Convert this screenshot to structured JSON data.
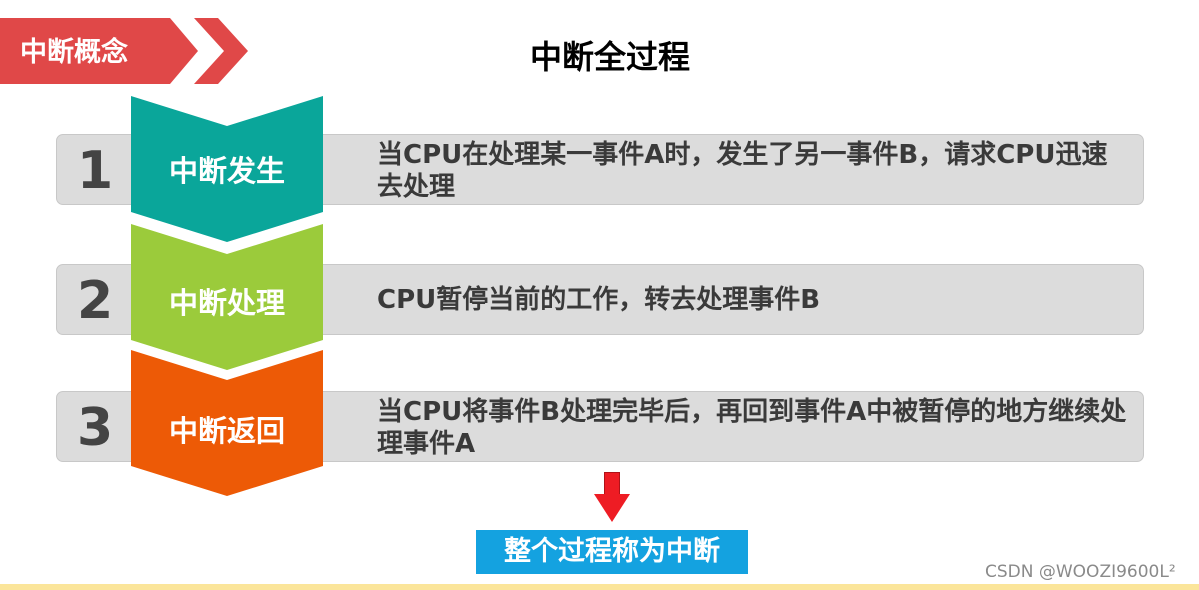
{
  "section_tag": {
    "label": "中断概念"
  },
  "title": "中断全过程",
  "steps": [
    {
      "number": "1",
      "label": "中断发生",
      "color": "#0aa69a",
      "description": "当CPU在处理某一事件A时，发生了另一事件B，请求CPU迅速去处理"
    },
    {
      "number": "2",
      "label": "中断处理",
      "color": "#9bcb3b",
      "description": "CPU暂停当前的工作，转去处理事件B"
    },
    {
      "number": "3",
      "label": "中断返回",
      "color": "#ed5a06",
      "description": "当CPU将事件B处理完毕后，再回到事件A中被暂停的地方继续处理事件A"
    }
  ],
  "summary": "整个过程称为中断",
  "watermark": "CSDN @WOOZI9600L²",
  "colors": {
    "tag": "#e04848",
    "arrow": "#ee1c24",
    "summary_bg": "#14a2e0",
    "bar_bg": "#dcdcdc"
  }
}
